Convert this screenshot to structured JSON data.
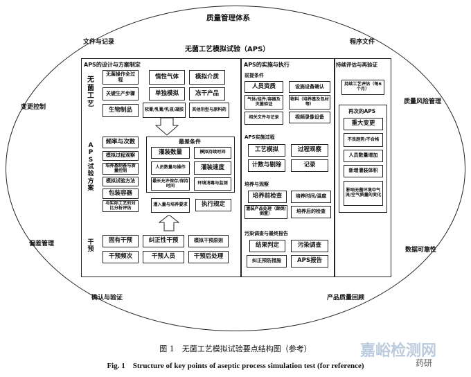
{
  "outer": {
    "top": "质量管理体系",
    "top_left": "文件与记录",
    "top_right": "程序文件",
    "mid_left_upper": "变更控制",
    "mid_right_upper": "质量风险管理",
    "mid_left_lower": "偏差管理",
    "mid_right_lower": "数据可靠性",
    "bottom_left": "确认与验证",
    "bottom_right": "产品质量回顾"
  },
  "main_title": "无菌工艺模拟试验（APS）",
  "design": {
    "title": "APS的设计与方案制定",
    "aseptic_vert": "无菌工艺",
    "aseptic": [
      "无菌操作全过程",
      "惰性气体",
      "模拟介质",
      "关键生产步骤",
      "单独模拟",
      "冻干产品",
      "生物制品",
      "软膏/乳膏/乳液/凝胶",
      "其他剂型与原料药"
    ],
    "plan_vert": "APS试验方案",
    "plan": [
      "频率与次数",
      "模拟过程观察",
      "培养基制备与质量控制",
      "模拟试验方法",
      "包装容器",
      "与实际工艺的对比分析评估"
    ],
    "worst_title": "最差条件",
    "worst": [
      "灌装数量",
      "模拟持续时间",
      "人员数量与操作",
      "灌装速度",
      "最长允许保存/保持时间",
      "环境消毒与监测"
    ],
    "fill_condition": "灌入量与培养要求",
    "exec_rules": "执行规定",
    "intervention_vert": "干预",
    "intervention": [
      "固有干预",
      "纠正性干预",
      "模拟干预原则",
      "干预频次",
      "干预人员",
      "干预后处理"
    ]
  },
  "impl": {
    "title": "APS的实施与执行",
    "prereq": "前提条件",
    "prereq_items": [
      "人员资质",
      "设施设备确认",
      "气体/组件/容器及灭菌验证",
      "物料（培养基及包材等）",
      "相关文件与记录",
      "视频录像设备"
    ],
    "process": "APS实施过程",
    "process_items": [
      "工艺模拟",
      "过程观察",
      "计数与剔除",
      "记录"
    ],
    "culture": "培养与观察",
    "culture_items": [
      "培养前检查",
      "培养时间/温度",
      "灌装产品处理（颠倒/倒置）",
      "培养后的检查"
    ],
    "contam": "污染调查与最终报告",
    "contam_items": [
      "结果判定",
      "污染调查",
      "纠正预防措施",
      "APS报告"
    ]
  },
  "eval": {
    "title": "持续评估与再验证",
    "continuous": "持续工艺评估（每6个月）",
    "re_aps": "再次的APS",
    "re_items": [
      "重大变更",
      "不良趋势/不合格",
      "人员数量增加",
      "新增灌装体积",
      "影响无菌环境中气流/空气质量的变化"
    ]
  },
  "caption_cn": "图 1　无菌工艺模拟试验要点结构图（参考）",
  "caption_en": "Fig. 1　Structure of key points of aseptic process simulation test (for reference)",
  "watermark": "嘉峪检测网",
  "watermark2": "药研"
}
